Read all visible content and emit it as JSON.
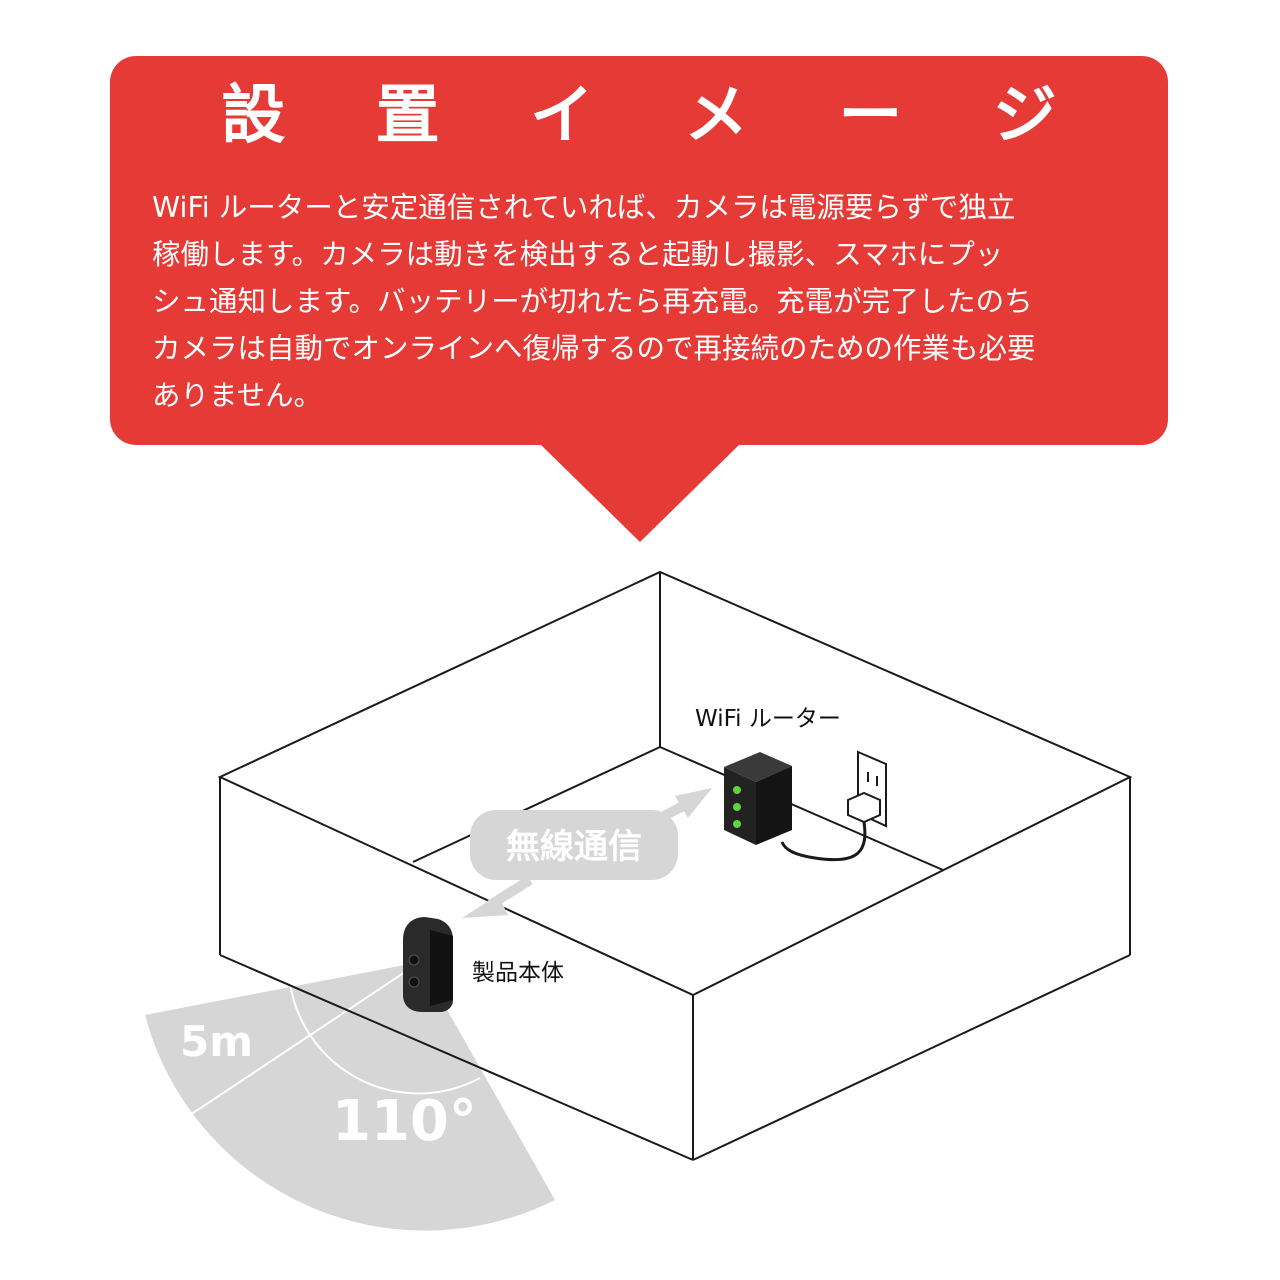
{
  "callout": {
    "title": "設 置 イ メ ー ジ",
    "lines": [
      "WiFi ルーターと安定通信されていれば、カメラは電源要らずで独立",
      "稼働します。カメラは動きを検出すると起動し撮影、スマホにプッ",
      "シュ通知します。バッテリーが切れたら再充電。充電が完了したのち",
      "カメラは自動でオンラインへ復帰するので再接続のための作業も必要",
      "ありません。"
    ],
    "color": "#e53a36"
  },
  "diagram": {
    "router_label": "WiFi ルーター",
    "wireless_label": "無線通信",
    "product_label": "製品本体",
    "range_label": "5m",
    "angle_label": "110°",
    "led_color": "#5ed53a"
  }
}
